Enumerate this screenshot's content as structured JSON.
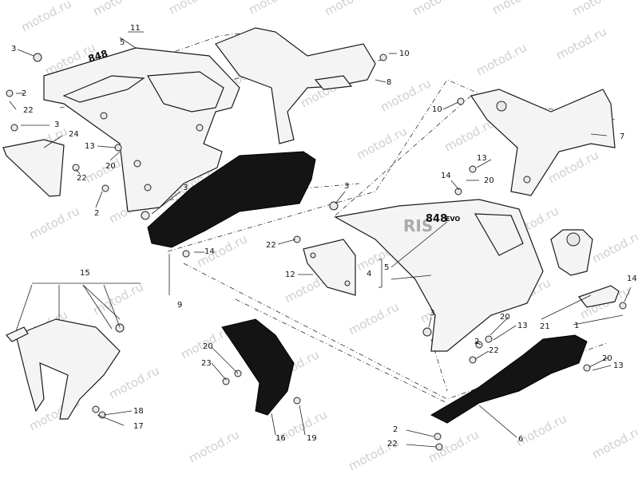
{
  "watermark": "motod.ru",
  "logos": {
    "left_tail_text": "848",
    "right_fairing_model": "848",
    "right_fairing_suffix": "EVO",
    "right_fairing_brand": "RIS"
  },
  "callouts": [
    "1",
    "2",
    "3",
    "4",
    "5",
    "6",
    "7",
    "8",
    "9",
    "10",
    "11",
    "12",
    "13",
    "14",
    "15",
    "16",
    "17",
    "18",
    "19",
    "20",
    "21",
    "22",
    "23",
    "24"
  ],
  "labels": [
    {
      "n": "11"
    },
    {
      "n": "5"
    },
    {
      "n": "3"
    },
    {
      "n": "2"
    },
    {
      "n": "22"
    },
    {
      "n": "3"
    },
    {
      "n": "24"
    },
    {
      "n": "13"
    },
    {
      "n": "20"
    },
    {
      "n": "22"
    },
    {
      "n": "2"
    },
    {
      "n": "3"
    },
    {
      "n": "10"
    },
    {
      "n": "8"
    },
    {
      "n": "10"
    },
    {
      "n": "7"
    },
    {
      "n": "13"
    },
    {
      "n": "14"
    },
    {
      "n": "20"
    },
    {
      "n": "3"
    },
    {
      "n": "22"
    },
    {
      "n": "14"
    },
    {
      "n": "12"
    },
    {
      "n": "4"
    },
    {
      "n": "5"
    },
    {
      "n": "9"
    },
    {
      "n": "15"
    },
    {
      "n": "14"
    },
    {
      "n": "21"
    },
    {
      "n": "1"
    },
    {
      "n": "3"
    },
    {
      "n": "2"
    },
    {
      "n": "20"
    },
    {
      "n": "13"
    },
    {
      "n": "22"
    },
    {
      "n": "20"
    },
    {
      "n": "13"
    },
    {
      "n": "20"
    },
    {
      "n": "23"
    },
    {
      "n": "18"
    },
    {
      "n": "17"
    },
    {
      "n": "16"
    },
    {
      "n": "19"
    },
    {
      "n": "6"
    },
    {
      "n": "2"
    },
    {
      "n": "22"
    }
  ]
}
